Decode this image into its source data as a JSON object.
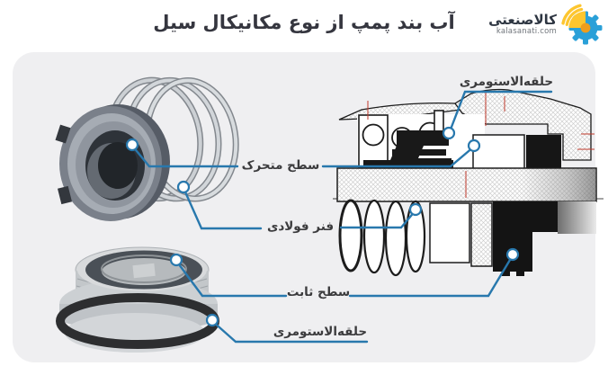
{
  "header": {
    "title": "آب بند پمپ از نوع مکانیکال سیل",
    "logo": {
      "brand": "کالاصنعتی",
      "domain": "kalasanati.com",
      "icon": "gear-wifi-icon"
    }
  },
  "figure": {
    "callouts": [
      {
        "id": "elastomer-ring-top",
        "label": "حلقه‌الاستومری",
        "points_to": "diagram-elastomer-ring"
      },
      {
        "id": "moving-face",
        "label": "سطح متحرک",
        "points_to": "photo-rotating-face-and-diagram-rotating-face"
      },
      {
        "id": "steel-spring",
        "label": "فنر فولادی",
        "points_to": "photo-spring-and-diagram-spring"
      },
      {
        "id": "stationary-face",
        "label": "سطح ثابت",
        "points_to": "photo-stationary-face-and-diagram-stationary-face"
      },
      {
        "id": "elastomer-ring-bottom",
        "label": "حلقه‌الاستومری",
        "points_to": "photo-o-ring"
      }
    ],
    "artwork": {
      "top_left": "rotating-seal-photo",
      "bottom_left": "stationary-seat-photo",
      "right": "mechanical-seal-cross-section-drawing"
    }
  },
  "colors": {
    "page_bg": "#ffffff",
    "card_bg": "#efeff1",
    "title_text": "#35363f",
    "label_text": "#3b3b3d",
    "callout_line": "#2878ad",
    "logo_blue": "#2aa0d8",
    "logo_yellow": "#fdc62f",
    "logo_orange": "#ef9d1c"
  }
}
